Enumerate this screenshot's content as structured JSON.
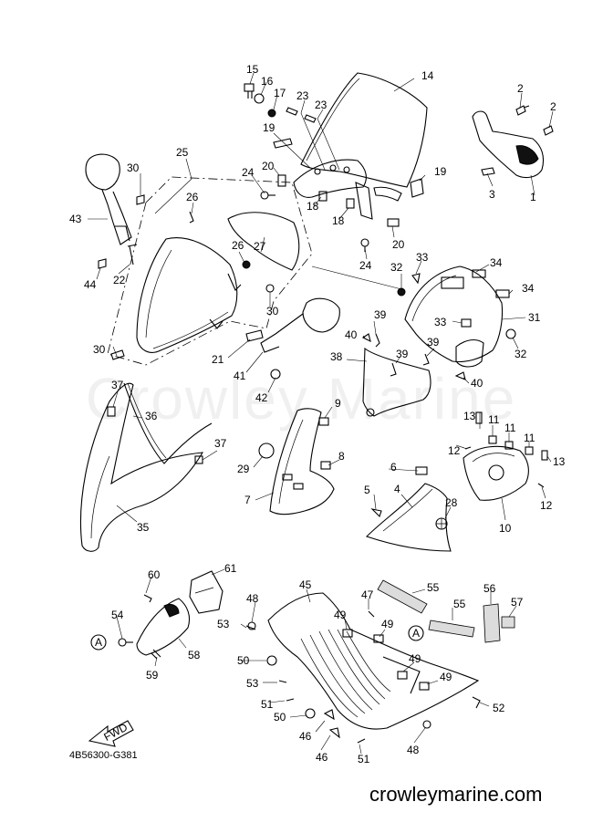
{
  "watermark": "Crowley Marine",
  "diagram_code": "4B56300-G381",
  "site_url": "crowleymarine.com",
  "fwd_label": "FWD",
  "ref_marker": "A",
  "callouts": [
    {
      "id": "c1",
      "text": "1"
    },
    {
      "id": "c2a",
      "text": "2"
    },
    {
      "id": "c2b",
      "text": "2"
    },
    {
      "id": "c3",
      "text": "3"
    },
    {
      "id": "c4",
      "text": "4"
    },
    {
      "id": "c5",
      "text": "5"
    },
    {
      "id": "c6",
      "text": "6"
    },
    {
      "id": "c7",
      "text": "7"
    },
    {
      "id": "c8",
      "text": "8"
    },
    {
      "id": "c9",
      "text": "9"
    },
    {
      "id": "c10",
      "text": "10"
    },
    {
      "id": "c11a",
      "text": "11"
    },
    {
      "id": "c11b",
      "text": "11"
    },
    {
      "id": "c11c",
      "text": "11"
    },
    {
      "id": "c12a",
      "text": "12"
    },
    {
      "id": "c12b",
      "text": "12"
    },
    {
      "id": "c13a",
      "text": "13"
    },
    {
      "id": "c13b",
      "text": "13"
    },
    {
      "id": "c14",
      "text": "14"
    },
    {
      "id": "c15",
      "text": "15"
    },
    {
      "id": "c16",
      "text": "16"
    },
    {
      "id": "c17",
      "text": "17"
    },
    {
      "id": "c18a",
      "text": "18"
    },
    {
      "id": "c18b",
      "text": "18"
    },
    {
      "id": "c19a",
      "text": "19"
    },
    {
      "id": "c19b",
      "text": "19"
    },
    {
      "id": "c20a",
      "text": "20"
    },
    {
      "id": "c20b",
      "text": "20"
    },
    {
      "id": "c21",
      "text": "21"
    },
    {
      "id": "c22",
      "text": "22"
    },
    {
      "id": "c23a",
      "text": "23"
    },
    {
      "id": "c23b",
      "text": "23"
    },
    {
      "id": "c24a",
      "text": "24"
    },
    {
      "id": "c24b",
      "text": "24"
    },
    {
      "id": "c25",
      "text": "25"
    },
    {
      "id": "c26a",
      "text": "26"
    },
    {
      "id": "c26b",
      "text": "26"
    },
    {
      "id": "c27",
      "text": "27"
    },
    {
      "id": "c28",
      "text": "28"
    },
    {
      "id": "c29",
      "text": "29"
    },
    {
      "id": "c30a",
      "text": "30"
    },
    {
      "id": "c30b",
      "text": "30"
    },
    {
      "id": "c30c",
      "text": "30"
    },
    {
      "id": "c31",
      "text": "31"
    },
    {
      "id": "c32a",
      "text": "32"
    },
    {
      "id": "c32b",
      "text": "32"
    },
    {
      "id": "c33a",
      "text": "33"
    },
    {
      "id": "c33b",
      "text": "33"
    },
    {
      "id": "c34a",
      "text": "34"
    },
    {
      "id": "c34b",
      "text": "34"
    },
    {
      "id": "c35",
      "text": "35"
    },
    {
      "id": "c36",
      "text": "36"
    },
    {
      "id": "c37a",
      "text": "37"
    },
    {
      "id": "c37b",
      "text": "37"
    },
    {
      "id": "c38",
      "text": "38"
    },
    {
      "id": "c39a",
      "text": "39"
    },
    {
      "id": "c39b",
      "text": "39"
    },
    {
      "id": "c39c",
      "text": "39"
    },
    {
      "id": "c40a",
      "text": "40"
    },
    {
      "id": "c40b",
      "text": "40"
    },
    {
      "id": "c41",
      "text": "41"
    },
    {
      "id": "c42",
      "text": "42"
    },
    {
      "id": "c43",
      "text": "43"
    },
    {
      "id": "c44",
      "text": "44"
    },
    {
      "id": "c45",
      "text": "45"
    },
    {
      "id": "c46a",
      "text": "46"
    },
    {
      "id": "c46b",
      "text": "46"
    },
    {
      "id": "c47",
      "text": "47"
    },
    {
      "id": "c48a",
      "text": "48"
    },
    {
      "id": "c48b",
      "text": "48"
    },
    {
      "id": "c49a",
      "text": "49"
    },
    {
      "id": "c49b",
      "text": "49"
    },
    {
      "id": "c49c",
      "text": "49"
    },
    {
      "id": "c49d",
      "text": "49"
    },
    {
      "id": "c50a",
      "text": "50"
    },
    {
      "id": "c50b",
      "text": "50"
    },
    {
      "id": "c51a",
      "text": "51"
    },
    {
      "id": "c51b",
      "text": "51"
    },
    {
      "id": "c52",
      "text": "52"
    },
    {
      "id": "c53a",
      "text": "53"
    },
    {
      "id": "c53b",
      "text": "53"
    },
    {
      "id": "c54",
      "text": "54"
    },
    {
      "id": "c55a",
      "text": "55"
    },
    {
      "id": "c55b",
      "text": "55"
    },
    {
      "id": "c56",
      "text": "56"
    },
    {
      "id": "c57",
      "text": "57"
    },
    {
      "id": "c58",
      "text": "58"
    },
    {
      "id": "c59",
      "text": "59"
    },
    {
      "id": "c60",
      "text": "60"
    },
    {
      "id": "c61",
      "text": "61"
    }
  ]
}
